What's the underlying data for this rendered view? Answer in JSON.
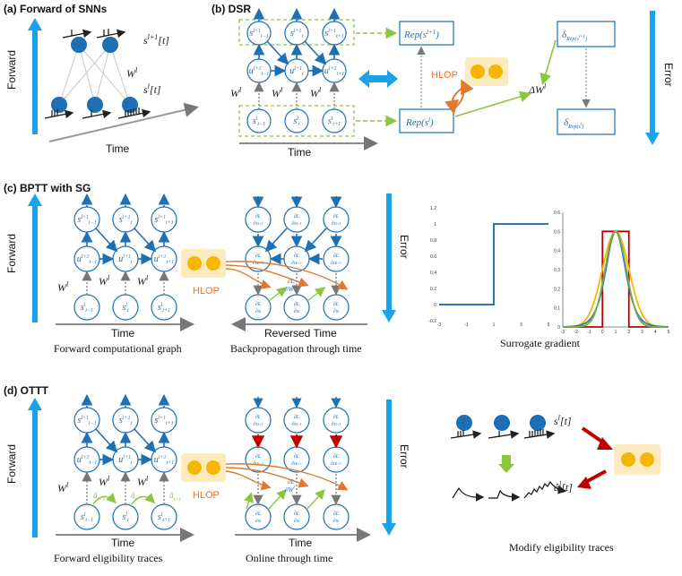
{
  "panels": {
    "a": {
      "title": "(a) Forward of SNNs",
      "forward": "Forward",
      "time": "Time",
      "s_next": "s^{l+1}[t]",
      "weight": "W^l",
      "s_cur": "s^l[t]"
    },
    "b": {
      "title": "(b) DSR",
      "time": "Time",
      "error": "Error",
      "rep_next": "Rep(s^{l+1})",
      "rep_cur": "Rep(s^l)",
      "delta_next": "δ_{Rep(s^{l+1})}",
      "delta_cur": "δ_{Rep(s^l)}",
      "delta_w": "ΔW^l",
      "hlop": "HLOP"
    },
    "c": {
      "title": "(c) BPTT with SG",
      "forward": "Forward",
      "error": "Error",
      "time": "Time",
      "reversed_time": "Reversed Time",
      "hlop": "HLOP",
      "caption_left": "Forward computational graph",
      "caption_mid": "Backpropagation through time",
      "caption_right": "Surrogate gradient"
    },
    "d": {
      "title": "(d) OTTT",
      "forward": "Forward",
      "error": "Error",
      "time": "Time",
      "time2": "Time",
      "hlop": "HLOP",
      "caption_left": "Forward eligibility traces",
      "caption_mid": "Online through time",
      "caption_right": "Modify eligibility traces",
      "s_l": "s^l[t]",
      "a_hat": "â^l[t]"
    }
  },
  "colors": {
    "blue": "#1f6fb5",
    "light_blue": "#1aa3e8",
    "green": "#8cc63f",
    "orange": "#e0782f",
    "yellow": "#f7b500",
    "red": "#c00000"
  },
  "chart_data": [
    {
      "type": "line",
      "title": "",
      "xlabel": "",
      "ylabel": "",
      "x": [
        -3,
        1,
        1,
        5
      ],
      "y": [
        0,
        0,
        1,
        1
      ],
      "xlim": [
        -3,
        5
      ],
      "ylim": [
        -0.2,
        1.2
      ],
      "xticks": [
        "-3",
        "-1",
        "1",
        "3",
        "5"
      ],
      "yticks": [
        "-0.2",
        "0",
        "0.2",
        "0.4",
        "0.6",
        "0.8",
        "1",
        "1.2"
      ]
    },
    {
      "type": "line",
      "title": "",
      "xlabel": "",
      "ylabel": "",
      "xlim": [
        -3,
        5
      ],
      "ylim": [
        0,
        0.6
      ],
      "xticks": [
        "-3",
        "-2",
        "-1",
        "0",
        "1",
        "2",
        "3",
        "4",
        "5"
      ],
      "yticks": [
        "0",
        "0.1",
        "0.2",
        "0.3",
        "0.4",
        "0.5",
        "0.6"
      ],
      "series": [
        {
          "color": "#c00000",
          "kind": "rectangular",
          "center": 1,
          "width": 2,
          "height": 0.5
        },
        {
          "color": "#f7b500",
          "kind": "gaussian",
          "center": 1,
          "peak": 0.5,
          "width": 1.0
        },
        {
          "color": "#2e75b6",
          "kind": "sigmoid-derivative",
          "center": 1,
          "peak": 0.5,
          "width": 0.8
        },
        {
          "color": "#70ad47",
          "kind": "gaussian",
          "center": 1,
          "peak": 0.5,
          "width": 0.8
        }
      ]
    }
  ]
}
